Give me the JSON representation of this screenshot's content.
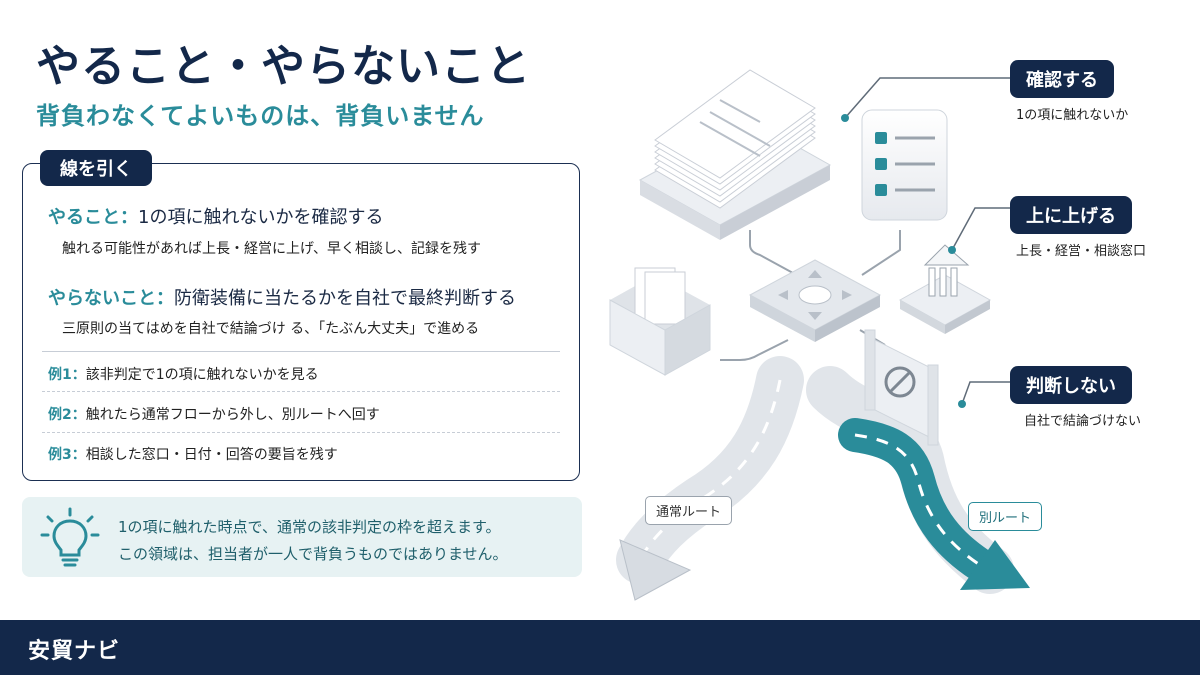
{
  "header": {
    "title": "やること・やらないこと",
    "subtitle": "背負わなくてよいものは、背負いません"
  },
  "panel": {
    "tag": "線を引く",
    "do": {
      "key": "やること：",
      "text": "1の項に触れないかを確認する",
      "sub": "触れる可能性があれば上長・経営に上げ、早く相談し、記録を残す"
    },
    "dont": {
      "key": "やらないこと：",
      "text": "防衛装備に当たるかを自社で最終判断する",
      "sub": "三原則の当てはめを自社で結論づけ る、「たぶん大丈夫」で進める"
    },
    "examples": [
      {
        "label": "例1：",
        "text": "該非判定で1の項に触れないかを見る"
      },
      {
        "label": "例2：",
        "text": "触れたら通常フローから外し、別ルートへ回す"
      },
      {
        "label": "例3：",
        "text": "相談した窓口・日付・回答の要旨を残す"
      }
    ]
  },
  "note": {
    "line1": "1の項に触れた時点で、通常の該非判定の枠を超えます。",
    "line2": "この領域は、担当者が一人で背負うものではありません。"
  },
  "diagram": {
    "callouts": [
      {
        "title": "確認する",
        "sub": "1の項に触れないか"
      },
      {
        "title": "上に上げる",
        "sub": "上長・経営・相談窓口"
      },
      {
        "title": "判断しない",
        "sub": "自社で結論づけない"
      }
    ],
    "routes": {
      "normal": "通常ルート",
      "alternate": "別ルート"
    }
  },
  "footer": {
    "brand": "安貿ナビ"
  },
  "colors": {
    "navy": "#13284a",
    "teal": "#2a8c9a",
    "light_teal": "#e7f2f3"
  }
}
